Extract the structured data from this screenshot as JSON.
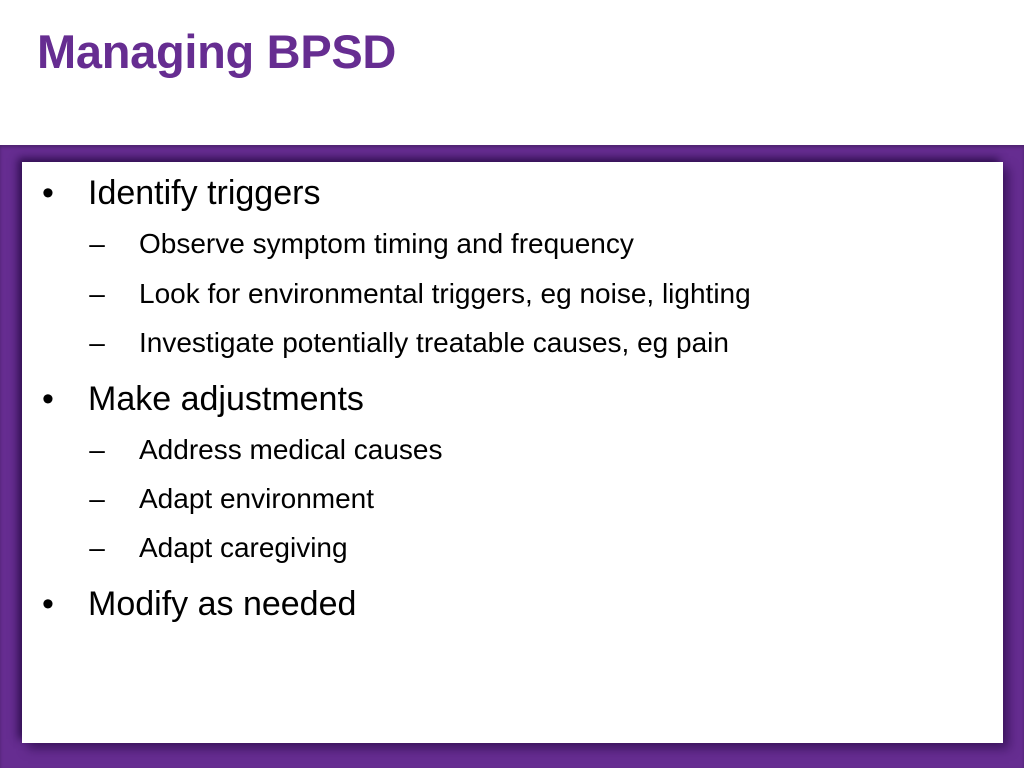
{
  "slide": {
    "title": "Managing BPSD",
    "colors": {
      "accent": "#662d91",
      "frame": "#662d91",
      "panel": "#ffffff",
      "text": "#000000"
    },
    "bullet_marker": "•",
    "sub_marker": "–",
    "bullets": [
      {
        "text": "Identify triggers",
        "sub": [
          "Observe symptom timing and frequency",
          "Look for environmental triggers, eg noise, lighting",
          "Investigate potentially treatable causes, eg pain"
        ]
      },
      {
        "text": "Make adjustments",
        "sub": [
          "Address medical causes",
          "Adapt environment",
          "Adapt caregiving"
        ]
      },
      {
        "text": "Modify as needed",
        "sub": []
      }
    ]
  }
}
